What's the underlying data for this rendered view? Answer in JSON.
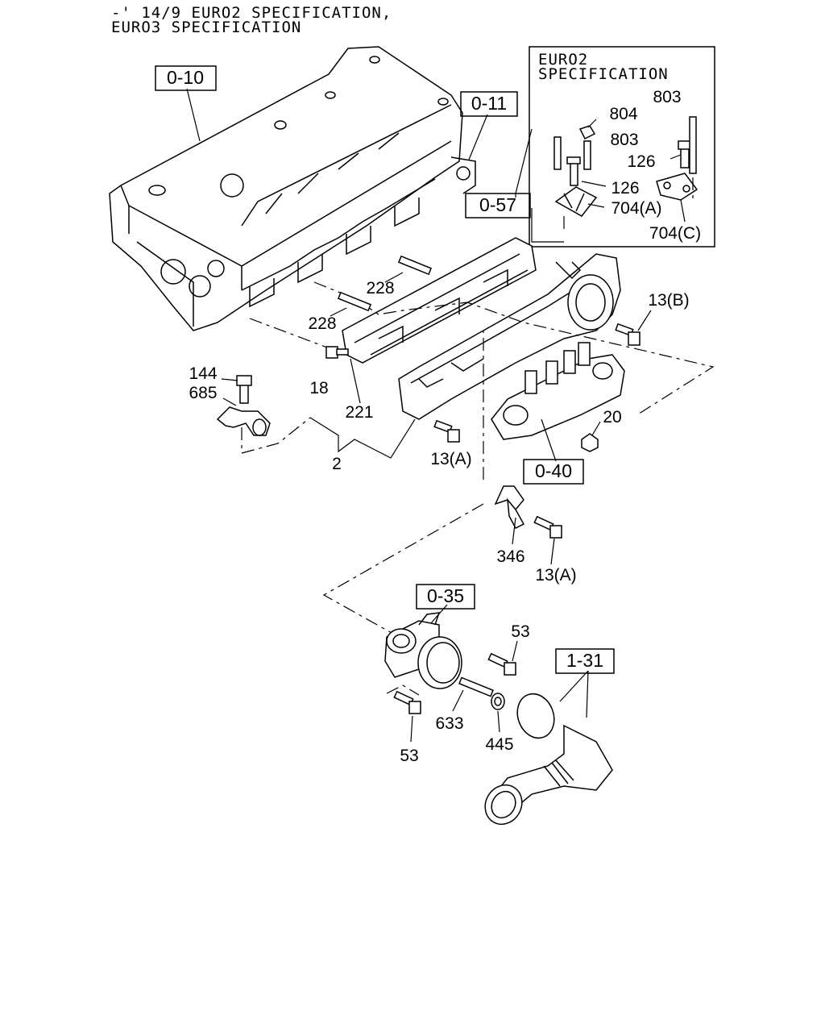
{
  "header": {
    "line1": "-' 14/9 EURO2 SPECIFICATION,",
    "line2": "EURO3 SPECIFICATION"
  },
  "inset": {
    "title_line1": "EURO2",
    "title_line2": "SPECIFICATION"
  },
  "ref_boxes": {
    "engine_head": "0-10",
    "head_cover": "0-11",
    "euro2_bracket": "0-57",
    "injection": "0-40",
    "egr_valve": "0-35",
    "intake_pipe": "1-31"
  },
  "labels": {
    "p804": "804",
    "p803_top": "803",
    "p803_mid": "803",
    "p126_top": "126",
    "p126_mid": "126",
    "p704a": "704(A)",
    "p704c": "704(C)",
    "p228_upper": "228",
    "p228_lower": "228",
    "p13b": "13(B)",
    "p144": "144",
    "p685": "685",
    "p18": "18",
    "p221": "221",
    "p2": "2",
    "p13a_left": "13(A)",
    "p20": "20",
    "p346": "346",
    "p13a_right": "13(A)",
    "p53_top": "53",
    "p633": "633",
    "p445": "445",
    "p53_bottom": "53"
  }
}
